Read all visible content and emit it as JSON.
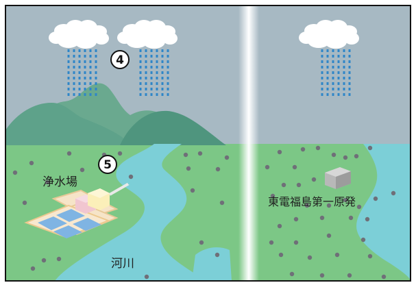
{
  "labels": {
    "water_plant": "浄水場",
    "river": "河川",
    "fukushima_plant": "東電福島第一原発"
  },
  "markers": {
    "rain_step": "4",
    "water_step": "5"
  },
  "colors": {
    "sky": "#a7b9c3",
    "ground": "#7cc786",
    "river": "#7ccfd7",
    "mountain": "#5ea28a",
    "rain": "#2f86c8",
    "divider": "#ffffff",
    "particles": "#6f6f78"
  },
  "icons": [
    "cloud-icon",
    "rain-icon",
    "mountain-icon",
    "water-treatment-plant-icon",
    "nuclear-plant-building-icon",
    "radioactive-particle-icon"
  ]
}
